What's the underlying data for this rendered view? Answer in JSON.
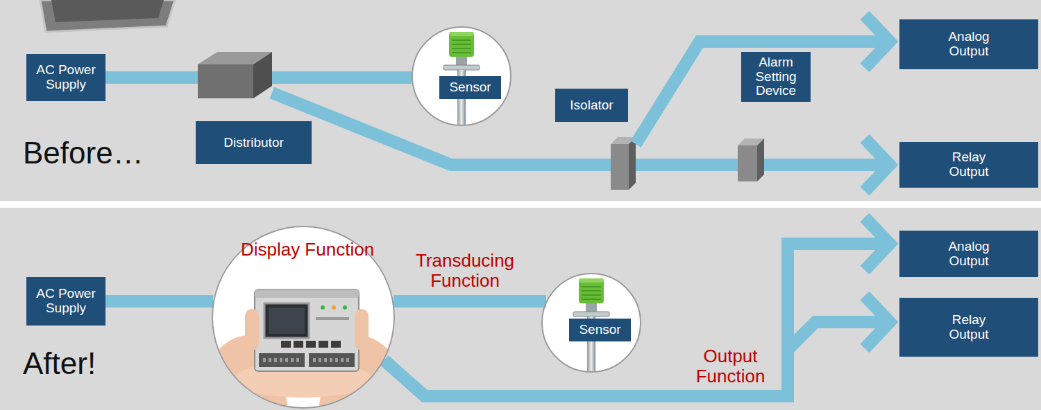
{
  "diagram": {
    "nodes": [
      {
        "text": [
          "AC Power Supply"
        ]
      },
      {
        "text": [
          "Distributor"
        ]
      },
      {
        "text": [
          "Sensor"
        ]
      },
      {
        "text": [
          "Isolator"
        ]
      },
      {
        "text": [
          "Alarm Setting Device"
        ]
      },
      {
        "text": [
          "Analog Output"
        ]
      },
      {
        "text": [
          "Relay Output"
        ]
      },
      {
        "text": [
          "AC Power Supply"
        ]
      },
      {
        "text": [
          "Display Function"
        ]
      },
      {
        "text": [
          "Sensor"
        ]
      },
      {
        "text": [
          "Analog Output"
        ]
      },
      {
        "text": [
          "Relay Output"
        ]
      }
    ],
    "edges": [
      {
        "from": 0,
        "to": 1,
        "arrow": "none"
      },
      {
        "from": 1,
        "to": 2,
        "arrow": "none"
      },
      {
        "from": 1,
        "to": 3,
        "arrow": "none"
      },
      {
        "from": 3,
        "to": 5,
        "arrow": "to"
      },
      {
        "from": 3,
        "to": 4,
        "arrow": "none"
      },
      {
        "from": 4,
        "to": 6,
        "arrow": "to"
      },
      {
        "from": 7,
        "to": 8,
        "arrow": "none"
      },
      {
        "from": 8,
        "to": 9,
        "label": "Transducing Function",
        "arrow": "none"
      },
      {
        "from": 8,
        "to": 10,
        "label": "Output Function",
        "arrow": "to"
      },
      {
        "from": 8,
        "to": 11,
        "arrow": "to"
      }
    ],
    "labels": [
      "Before…",
      "After!"
    ]
  }
}
